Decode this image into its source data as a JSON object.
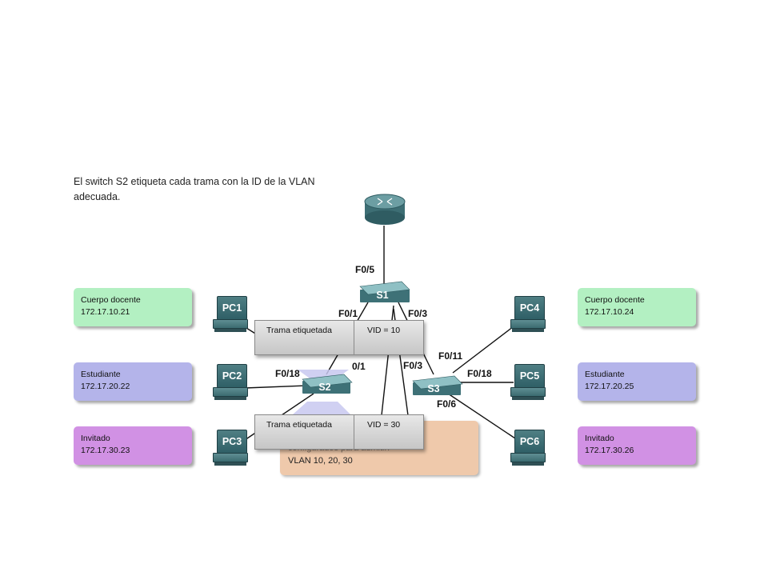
{
  "caption": "El switch S2 etiqueta cada trama con la ID de la VLAN adecuada.",
  "router": {
    "icon": "router-icon"
  },
  "switches": {
    "s1": "S1",
    "s2": "S2",
    "s3": "S3"
  },
  "pcs": {
    "pc1": "PC1",
    "pc2": "PC2",
    "pc3": "PC3",
    "pc4": "PC4",
    "pc5": "PC5",
    "pc6": "PC6"
  },
  "ports": {
    "r_s1": "F0/5",
    "s1_left": "F0/1",
    "s1_right": "F0/3",
    "s2_pc2": "F0/18",
    "s2_top_partial": "0/1",
    "s3_top": "F0/11",
    "s3_left": "F0/3",
    "s3_right": "F0/18",
    "s3_bottom": "F0/6"
  },
  "left_boxes": [
    {
      "name": "Cuerpo docente",
      "ip": "172.17.10.21"
    },
    {
      "name": "Estudiante",
      "ip": "172.17.20.22"
    },
    {
      "name": "Invitado",
      "ip": "172.17.30.23"
    }
  ],
  "right_boxes": [
    {
      "name": "Cuerpo docente",
      "ip": "172.17.10.24"
    },
    {
      "name": "Estudiante",
      "ip": "172.17.20.25"
    },
    {
      "name": "Invitado",
      "ip": "172.17.30.26"
    }
  ],
  "frames": [
    {
      "label": "Trama etiquetada",
      "vid": "VID = 10"
    },
    {
      "label": "Trama etiquetada",
      "vid": "VID = 30"
    }
  ],
  "note": {
    "line1": "configurados para admitir:",
    "line2": "VLAN 10, 20, 30"
  },
  "colors": {
    "faculty": "#b3f0c2",
    "student": "#b4b4ea",
    "guest": "#d191e4",
    "note": "#efc9ab",
    "device": "#3b6b70"
  }
}
